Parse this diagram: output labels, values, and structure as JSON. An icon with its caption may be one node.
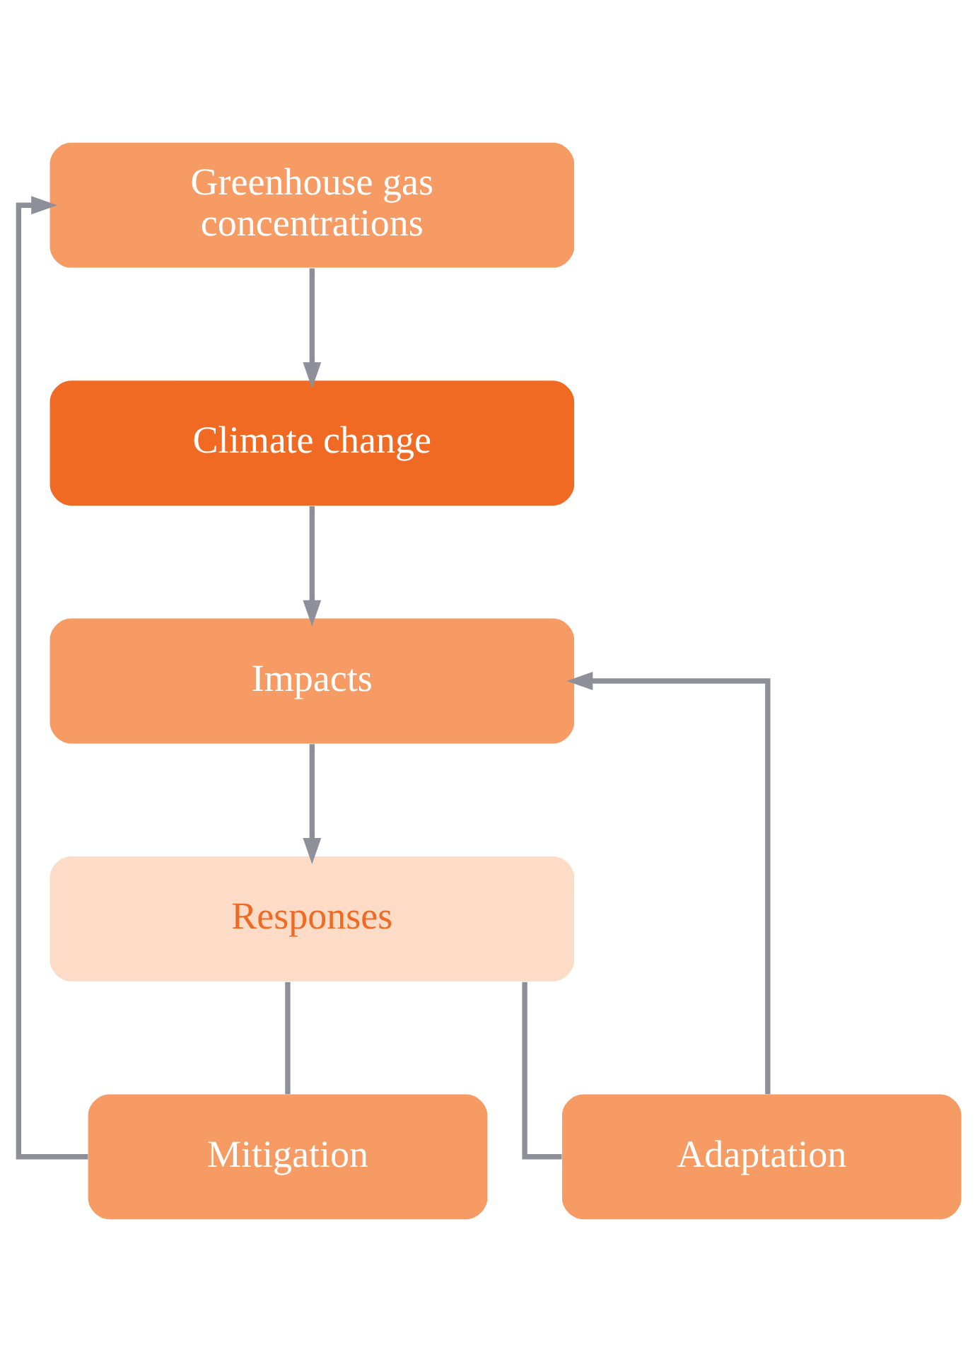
{
  "diagram": {
    "nodes": [
      {
        "text": [
          "Greenhouse gas concentrations"
        ]
      },
      {
        "text": [
          "Climate change"
        ]
      },
      {
        "text": [
          "Impacts"
        ]
      },
      {
        "text": [
          "Responses"
        ]
      },
      {
        "text": [
          "Mitigation"
        ]
      },
      {
        "text": [
          "Adaptation"
        ]
      }
    ],
    "edges": [
      {
        "from": 0,
        "to": 1,
        "arrow": "to"
      },
      {
        "from": 1,
        "to": 2,
        "arrow": "to"
      },
      {
        "from": 2,
        "to": 3,
        "arrow": "to"
      },
      {
        "from": 3,
        "to": 4,
        "arrow": "none"
      },
      {
        "from": 3,
        "to": 5,
        "arrow": "none"
      },
      {
        "from": 4,
        "to": 0,
        "arrow": "to"
      },
      {
        "from": 5,
        "to": 2,
        "arrow": "to"
      }
    ]
  }
}
